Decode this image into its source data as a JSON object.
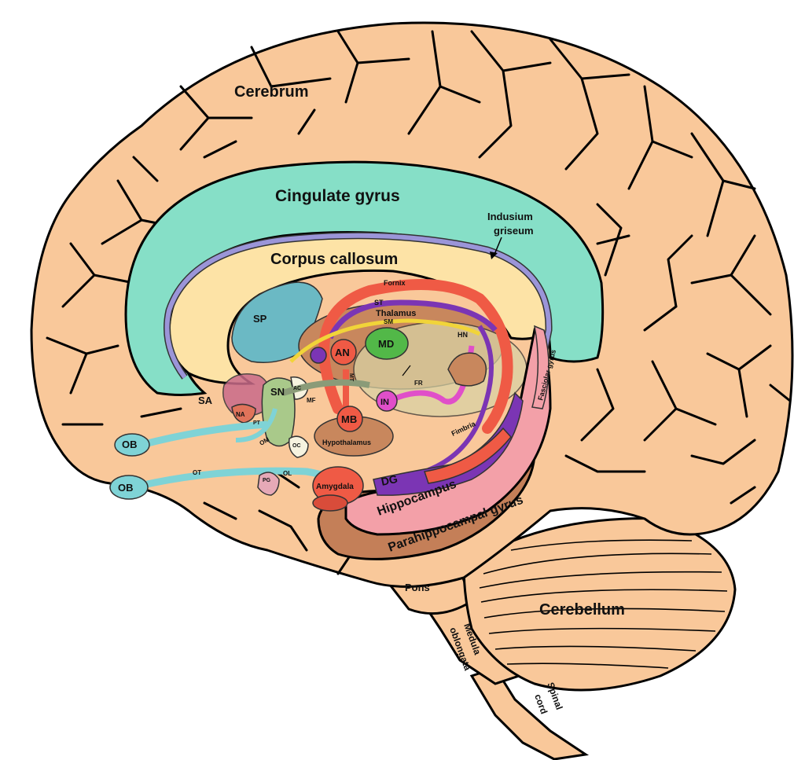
{
  "colors": {
    "cortex": "#f9c89a",
    "cingulate": "#86dfc7",
    "corpus_callosum": "#fde3a6",
    "indusium": "#9b95d8",
    "thalamus": "#c8875d",
    "fornix": "#ef5a45",
    "purple": "#7b35b4",
    "magenta": "#e04fc9",
    "green": "#52b848",
    "hippocampus": "#f3a0a8",
    "parahippocampal": "#c47f58",
    "olfactory": "#7fd3d6",
    "septal": "#6bb9c4"
  },
  "labels": {
    "cerebrum": "Cerebrum",
    "cingulate_gyrus": "Cingulate gyrus",
    "indusium": "Indusium",
    "griseum": "griseum",
    "corpus_callosum": "Corpus callosum",
    "fornix": "Fornix",
    "st": "ST",
    "thalamus": "Thalamus",
    "sm": "SM",
    "hn": "HN",
    "sp": "SP",
    "an": "AN",
    "md": "MD",
    "mt": "MT",
    "fasciolar_gyrus": "Fasciolar gyrus",
    "fr": "FR",
    "sa": "SA",
    "sn": "SN",
    "ac": "AC",
    "na": "NA",
    "mf": "MF",
    "pt": "PT",
    "in": "IN",
    "mb": "MB",
    "hypothalamus": "Hypothalamus",
    "fimbria": "Fimbria",
    "oc": "OC",
    "om": "OM",
    "ob_upper": "OB",
    "ob_lower": "OB",
    "ot": "OT",
    "ol": "OL",
    "pg": "PG",
    "amygdala": "Amygdala",
    "dg": "DG",
    "hippocampus": "Hippocampus",
    "parahippocampal_gyrus": "Parahippocampal gyrus",
    "pons": "Pons",
    "cerebellum": "Cerebellum",
    "medula": "Medula",
    "oblongata": "oblongata",
    "spinal": "Spinal",
    "cord": "cord"
  }
}
